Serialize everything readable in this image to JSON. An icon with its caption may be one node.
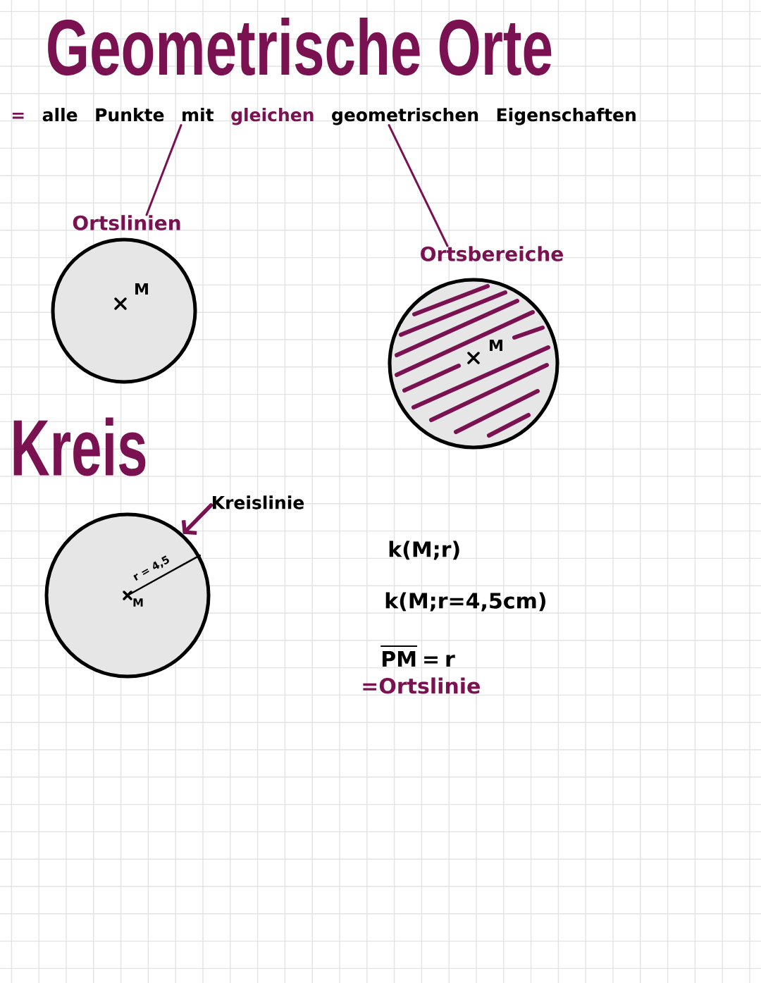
{
  "diagram": {
    "title": "Geometrische Orte",
    "nodes": [
      {
        "text": [
          "=",
          "alle Punkte mit",
          "gleichen",
          "geometrischen Eigenschaften"
        ]
      },
      {
        "text": [
          "Ortslinien",
          "M"
        ]
      },
      {
        "text": [
          "Ortsbereiche",
          "M"
        ]
      },
      {
        "text": [
          "Kreislinie"
        ]
      },
      {
        "text": [
          "r = 4,5",
          "M"
        ]
      }
    ],
    "edges": [
      {
        "from": 0,
        "to": 1,
        "arrow": "none"
      },
      {
        "from": 0,
        "to": 2,
        "arrow": "none"
      },
      {
        "from": 3,
        "to": 4,
        "arrow": "to",
        "style": "thick"
      }
    ],
    "labels": [
      "Kreis",
      "k(M;r)",
      "k(M;r=4,5cm)",
      "\\overline{PM}=r",
      "=Ortslinie"
    ]
  }
}
